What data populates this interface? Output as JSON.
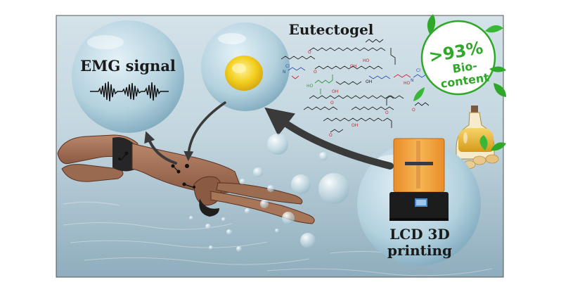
{
  "labels": {
    "emg": "EMG signal",
    "eutectogel": "Eutectogel",
    "printing_line1": "LCD 3D",
    "printing_line2": "printing",
    "bio_percent": ">93%",
    "bio_line1": "Bio-",
    "bio_line2": "content"
  },
  "colors": {
    "bio_green": "#2fa82a",
    "gel_yellow": "#f2cf1e",
    "printer_orange": "#f0a23a",
    "water_top": "#c9dbe4",
    "water_bottom": "#9fb9c8",
    "chain_black": "#222222",
    "chain_red": "#d2202a",
    "chain_blue": "#2a4fb0",
    "chain_green": "#2f9a4a"
  }
}
